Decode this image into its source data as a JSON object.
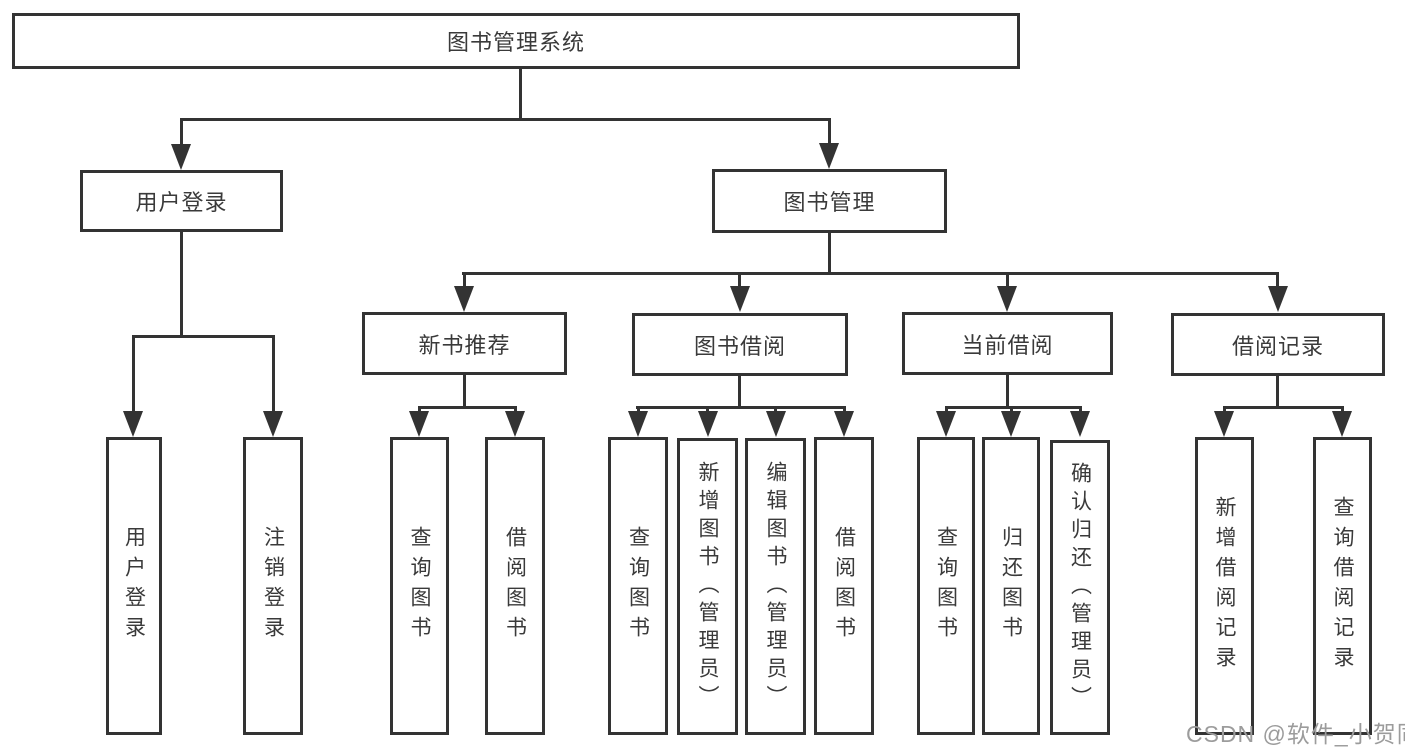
{
  "colors": {
    "line": "#333333",
    "text": "#3a3a3a",
    "bg": "#ffffff",
    "wm": "#9c9c9c"
  },
  "watermark": {
    "text": "CSDN @软件_小贺同学"
  },
  "tree": {
    "label": "图书管理系统",
    "children": [
      {
        "label": "用户登录",
        "children": [
          {
            "label": "用户登录"
          },
          {
            "label": "注销登录"
          }
        ]
      },
      {
        "label": "图书管理",
        "children": [
          {
            "label": "新书推荐",
            "children": [
              {
                "label": "查询图书"
              },
              {
                "label": "借阅图书"
              }
            ]
          },
          {
            "label": "图书借阅",
            "children": [
              {
                "label": "查询图书"
              },
              {
                "label": "新增图书（管理员）"
              },
              {
                "label": "编辑图书（管理员）"
              },
              {
                "label": "借阅图书"
              }
            ]
          },
          {
            "label": "当前借阅",
            "children": [
              {
                "label": "查询图书"
              },
              {
                "label": "归还图书"
              },
              {
                "label": "确认归还（管理员）"
              }
            ]
          },
          {
            "label": "借阅记录",
            "children": [
              {
                "label": "新增借阅记录"
              },
              {
                "label": "查询借阅记录"
              }
            ]
          }
        ]
      }
    ]
  }
}
